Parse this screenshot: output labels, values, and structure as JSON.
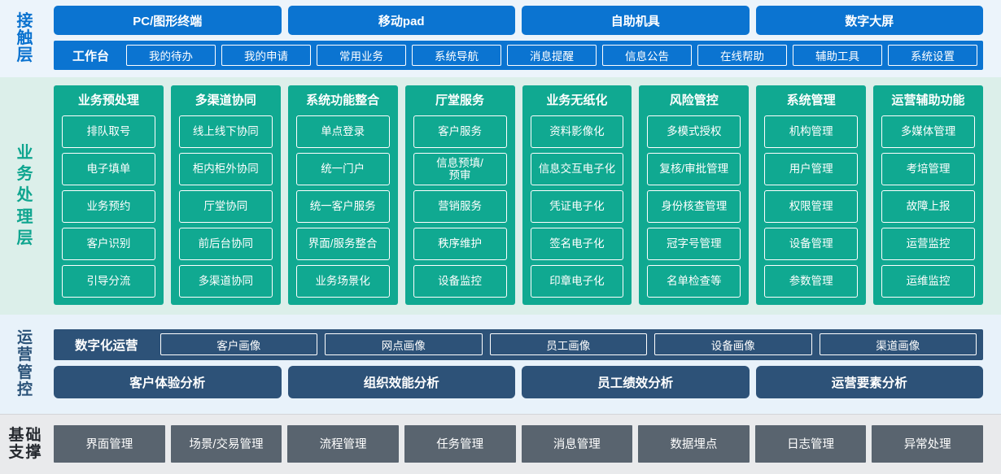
{
  "layers": [
    {
      "id": "contact",
      "label": "接触层",
      "label_chars": [
        "接",
        "触",
        "层"
      ],
      "accent": "#0b74d1",
      "channels": [
        "PC/图形终端",
        "移动pad",
        "自助机具",
        "数字大屏"
      ],
      "workbench_title": "工作台",
      "workbench_items": [
        "我的待办",
        "我的申请",
        "常用业务",
        "系统导航",
        "消息提醒",
        "信息公告",
        "在线帮助",
        "辅助工具",
        "系统设置"
      ]
    },
    {
      "id": "business",
      "label": "业务处理层",
      "label_chars": [
        "业",
        "务",
        "处",
        "理",
        "层"
      ],
      "accent": "#10a991",
      "columns": [
        {
          "title": "业务预处理",
          "items": [
            "排队取号",
            "电子填单",
            "业务预约",
            "客户识别",
            "引导分流"
          ]
        },
        {
          "title": "多渠道协同",
          "items": [
            "线上线下协同",
            "柜内柜外协同",
            "厅堂协同",
            "前后台协同",
            "多渠道协同"
          ]
        },
        {
          "title": "系统功能整合",
          "items": [
            "单点登录",
            "统一门户",
            "统一客户服务",
            "界面/服务整合",
            "业务场景化"
          ]
        },
        {
          "title": "厅堂服务",
          "items": [
            "客户服务",
            "信息预填/\n预审",
            "营销服务",
            "秩序维护",
            "设备监控"
          ]
        },
        {
          "title": "业务无纸化",
          "items": [
            "资料影像化",
            "信息交互电子化",
            "凭证电子化",
            "签名电子化",
            "印章电子化"
          ]
        },
        {
          "title": "风险管控",
          "items": [
            "多模式授权",
            "复核/审批管理",
            "身份核查管理",
            "冠字号管理",
            "名单检查等"
          ]
        },
        {
          "title": "系统管理",
          "items": [
            "机构管理",
            "用户管理",
            "权限管理",
            "设备管理",
            "参数管理"
          ]
        },
        {
          "title": "运营辅助功能",
          "items": [
            "多媒体管理",
            "考培管理",
            "故障上报",
            "运营监控",
            "运维监控"
          ]
        }
      ]
    },
    {
      "id": "operations",
      "label": "运营管控",
      "label_chars": [
        "运",
        "营",
        "管",
        "控"
      ],
      "accent": "#2d5278",
      "digital_title": "数字化运营",
      "portraits": [
        "客户画像",
        "网点画像",
        "员工画像",
        "设备画像",
        "渠道画像"
      ],
      "analyses": [
        "客户体验分析",
        "组织效能分析",
        "员工绩效分析",
        "运营要素分析"
      ]
    },
    {
      "id": "base",
      "label": "基础支撑",
      "label_chars": [
        "基",
        "础",
        "支",
        "撑"
      ],
      "accent": "#59646f",
      "items": [
        "界面管理",
        "场景/交易管理",
        "流程管理",
        "任务管理",
        "消息管理",
        "数据埋点",
        "日志管理",
        "异常处理"
      ]
    }
  ]
}
